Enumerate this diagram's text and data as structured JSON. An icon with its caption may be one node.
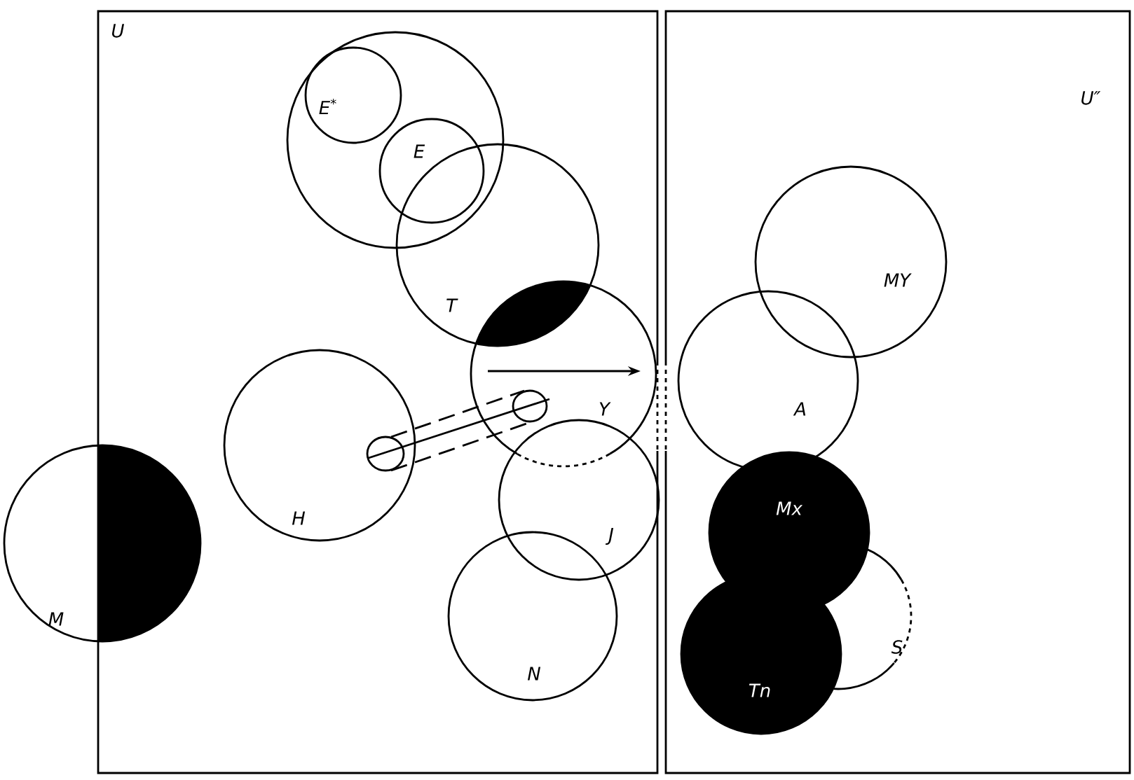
{
  "diagram": {
    "nodes": [
      {
        "text": [
          "U"
        ]
      },
      {
        "text": [
          "U″"
        ]
      },
      {
        "text": [],
        "shape": "circle",
        "in": 0
      },
      {
        "text": [
          "E$^{*}$"
        ],
        "in": 2
      },
      {
        "text": [
          "E"
        ],
        "in": 2
      },
      {
        "text": [
          "T"
        ],
        "in": 0
      },
      {
        "text": [
          "Y"
        ],
        "in": 0
      },
      {
        "text": [
          "H"
        ],
        "in": 0
      },
      {
        "text": [
          "J"
        ],
        "in": 0
      },
      {
        "text": [
          "N"
        ],
        "in": 0
      },
      {
        "text": [
          "M"
        ]
      },
      {
        "text": [
          "MY"
        ],
        "in": 1
      },
      {
        "text": [
          "A"
        ],
        "in": 1
      },
      {
        "text": [
          "Mx"
        ],
        "in": 1
      },
      {
        "text": [
          "Tn"
        ],
        "in": 1
      },
      {
        "text": [
          "S"
        ],
        "in": 1
      }
    ],
    "edges": [
      {
        "from": 7,
        "to": 6,
        "arrow": "other"
      }
    ]
  }
}
